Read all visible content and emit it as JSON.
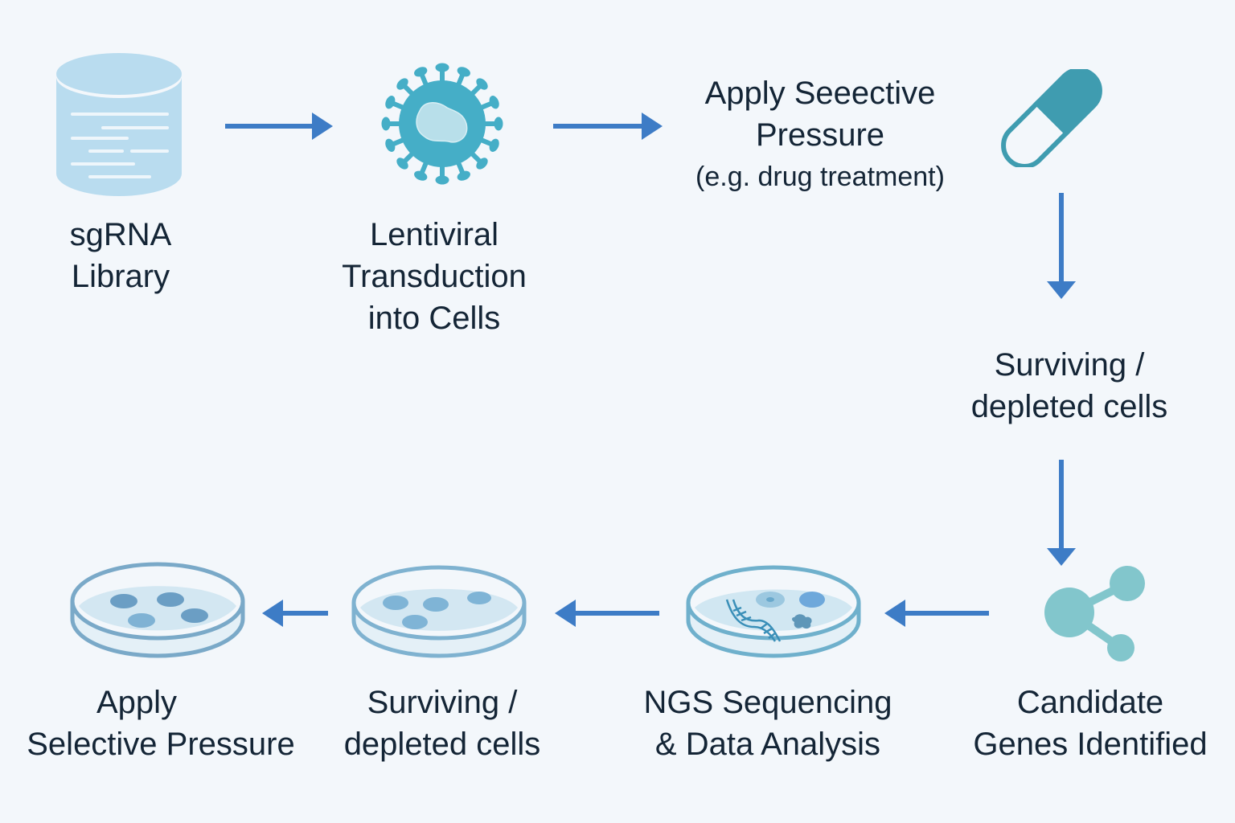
{
  "diagram": {
    "type": "flowchart",
    "title": "",
    "colors": {
      "background": "#f3f7fb",
      "arrow": "#3d7cc6",
      "text": "#142536",
      "library": "#b9dcef",
      "virus": "#45aec7",
      "pill": "#3f9cb0",
      "share": "#82c6cc",
      "dish_rim": "#7fb2d0",
      "dish_fill": "#d3e7f2",
      "colony": "#7fb4d6"
    },
    "nodes": [
      {
        "id": "sgrna-library",
        "icon": "database-cylinder-icon",
        "lines": [
          "sgRNA",
          "Library"
        ]
      },
      {
        "id": "lentiviral-transduction",
        "icon": "virus-icon",
        "lines": [
          "Lentiviral",
          "Transduction",
          "into Cells"
        ]
      },
      {
        "id": "apply-selective-pressure-top",
        "icon": "pill-capsule-icon",
        "lines": [
          "Apply Seeective",
          "Pressure",
          "(e.g. drug treatment)"
        ]
      },
      {
        "id": "surviving-depleted-right",
        "icon": "",
        "lines": [
          "Surviving /",
          "depleted cells"
        ]
      },
      {
        "id": "candidate-genes",
        "icon": "share-network-icon",
        "lines": [
          "Candidate",
          "Genes Identified"
        ]
      },
      {
        "id": "ngs-sequencing",
        "icon": "petri-dish-dna-icon",
        "lines": [
          "NGS Sequencing",
          "& Data Analysis"
        ]
      },
      {
        "id": "surviving-depleted-bottom",
        "icon": "petri-dish-colonies-icon",
        "lines": [
          "Surviving /",
          "depleted cells"
        ]
      },
      {
        "id": "apply-selective-pressure-bottom",
        "icon": "petri-dish-colonies-icon",
        "lines": [
          "Apply",
          "Selective Pressure"
        ]
      }
    ],
    "edges": [
      {
        "from": "sgrna-library",
        "to": "lentiviral-transduction",
        "direction": "right"
      },
      {
        "from": "lentiviral-transduction",
        "to": "apply-selective-pressure-top",
        "direction": "right"
      },
      {
        "from": "apply-selective-pressure-top",
        "to": "surviving-depleted-right",
        "direction": "down"
      },
      {
        "from": "surviving-depleted-right",
        "to": "candidate-genes",
        "direction": "down"
      },
      {
        "from": "candidate-genes",
        "to": "ngs-sequencing",
        "direction": "left"
      },
      {
        "from": "ngs-sequencing",
        "to": "surviving-depleted-bottom",
        "direction": "left"
      },
      {
        "from": "surviving-depleted-bottom",
        "to": "apply-selective-pressure-bottom",
        "direction": "left"
      }
    ]
  }
}
